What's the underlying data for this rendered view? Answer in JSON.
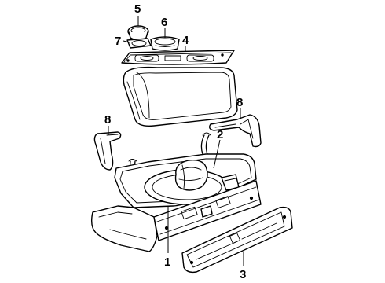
{
  "callouts": [
    {
      "id": "1",
      "label": "1"
    },
    {
      "id": "2",
      "label": "2"
    },
    {
      "id": "3",
      "label": "3"
    },
    {
      "id": "4",
      "label": "4"
    },
    {
      "id": "5",
      "label": "5"
    },
    {
      "id": "6",
      "label": "6"
    },
    {
      "id": "7",
      "label": "7"
    },
    {
      "id": "8a",
      "label": "8"
    },
    {
      "id": "8b",
      "label": "8"
    }
  ]
}
